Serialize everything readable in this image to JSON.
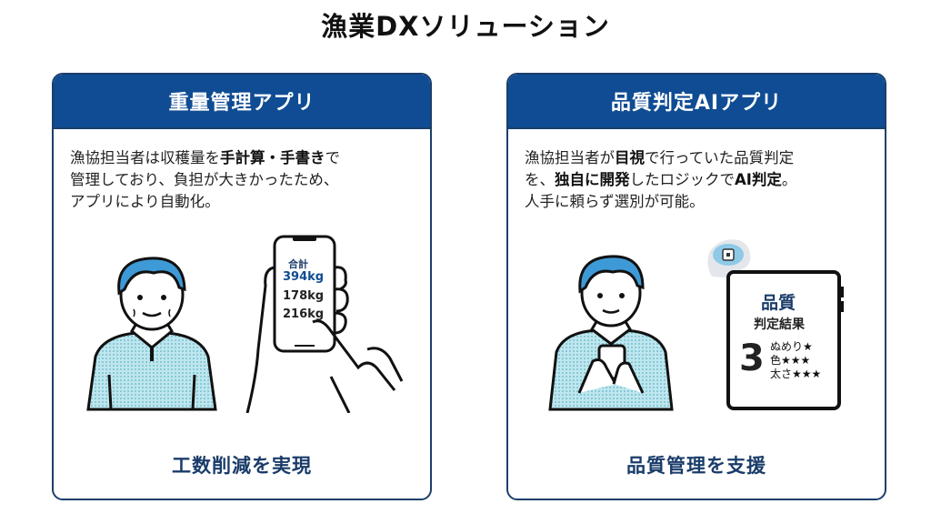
{
  "page": {
    "title": "漁業DXソリューション"
  },
  "colors": {
    "header_blue": "#0f4c93",
    "border_navy": "#1b3f6b",
    "footer_text": "#1a3c6a",
    "shirt_light_blue": "#a9dde8",
    "hair_blue": "#3d9ad6"
  },
  "cards": [
    {
      "title": "重量管理アプリ",
      "description": {
        "line1_plain": "漁協担当者は収穫量を",
        "line1_bold": "手計算・手書き",
        "line1_end": "で",
        "line2": "管理しており、負担が大きかったため、",
        "line3": "アプリにより自動化。"
      },
      "phone": {
        "label": "合計",
        "values": [
          "394kg",
          "178kg",
          "216kg"
        ]
      },
      "footer": "工数削減を実現"
    },
    {
      "title": "品質判定AIアプリ",
      "description": {
        "l1_a": "漁協担当者が",
        "l1_b": "目視",
        "l1_c": "で行っていた品質判定",
        "l2_a": "を、",
        "l2_b": "独自に開発",
        "l2_c": "したロジックで",
        "l2_d": "AI判定",
        "l2_e": "。",
        "line3": "人手に頼らず選別が可能。"
      },
      "tablet": {
        "title": "品質",
        "subtitle": "判定結果",
        "score": "3",
        "criteria": [
          {
            "label": "ぬめり",
            "stars": "★"
          },
          {
            "label": "色",
            "stars": "★★★"
          },
          {
            "label": "太さ",
            "stars": "★★★"
          }
        ]
      },
      "footer": "品質管理を支援"
    }
  ]
}
